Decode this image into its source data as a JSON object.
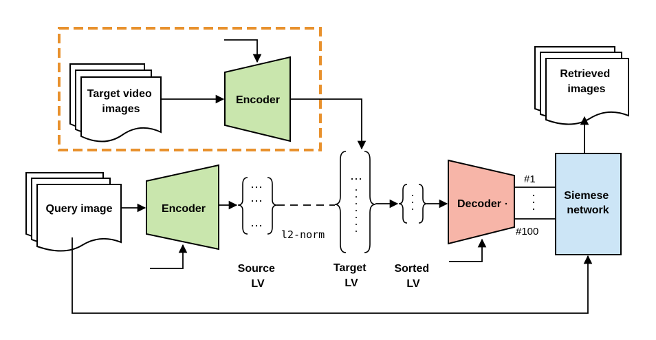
{
  "nodes": {
    "target_video": "Target video images",
    "query_image": "Query image",
    "retrieved_images": "Retrieved images",
    "encoder_top": "Encoder",
    "encoder_bottom": "Encoder",
    "decoder": "Decoder",
    "siemese": "Siemese network"
  },
  "labels": {
    "source_lv": "Source LV",
    "target_lv": "Target LV",
    "sorted_lv": "Sorted LV",
    "l2_norm": "l2-norm",
    "rank_first": "#1",
    "rank_last": "#100"
  },
  "colors": {
    "encoder_fill": "#c9e6ad",
    "decoder_fill": "#f7b5a8",
    "siemese_fill": "#cce5f6",
    "highlight_border": "#e8912d"
  }
}
